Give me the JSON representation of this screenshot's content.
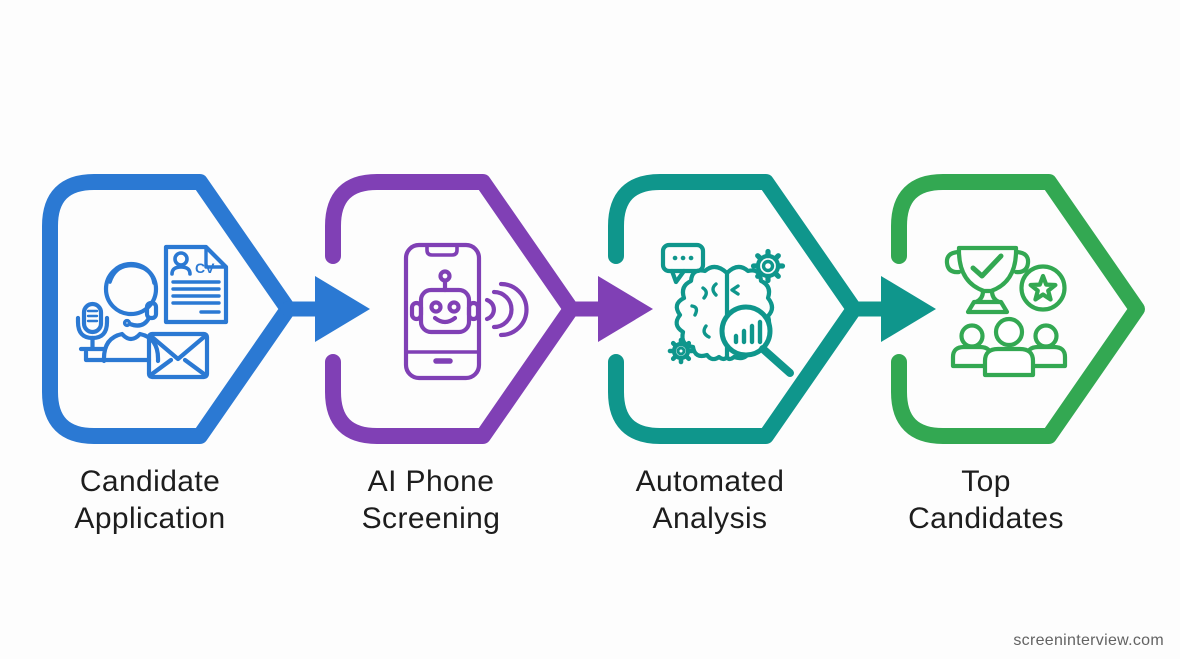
{
  "page": {
    "background_color": "#fdfdfd",
    "watermark": "screeninterview.com",
    "watermark_color": "#636363",
    "label_color": "#1d1d1d"
  },
  "steps": [
    {
      "id": 1,
      "lines": [
        "Candidate",
        "Application"
      ],
      "label": "Candidate Application",
      "color": "#2b79d3",
      "cv_text": "CV",
      "icons": [
        "microphone-icon",
        "support-agent-icon",
        "cv-document-icon",
        "envelope-icon"
      ]
    },
    {
      "id": 2,
      "lines": [
        "AI Phone",
        "Screening"
      ],
      "label": "AI Phone Screening",
      "color": "#8040b5",
      "icons": [
        "smartphone-icon",
        "robot-icon",
        "sound-waves-icon"
      ]
    },
    {
      "id": 3,
      "lines": [
        "Automated",
        "Analysis"
      ],
      "label": "Automated Analysis",
      "color": "#0f968c",
      "icons": [
        "speech-bubble-icon",
        "gear-icon",
        "brain-icon",
        "small-gear-icon",
        "magnifier-chart-icon"
      ]
    },
    {
      "id": 4,
      "lines": [
        "Top",
        "Candidates"
      ],
      "label": "Top Candidates",
      "color": "#33a852",
      "icons": [
        "trophy-icon",
        "star-badge-icon",
        "team-icon"
      ]
    }
  ],
  "arrows": [
    {
      "from": 1,
      "to": 2,
      "color": "#2b79d3"
    },
    {
      "from": 2,
      "to": 3,
      "color": "#8040b5"
    },
    {
      "from": 3,
      "to": 4,
      "color": "#0f968c"
    }
  ]
}
